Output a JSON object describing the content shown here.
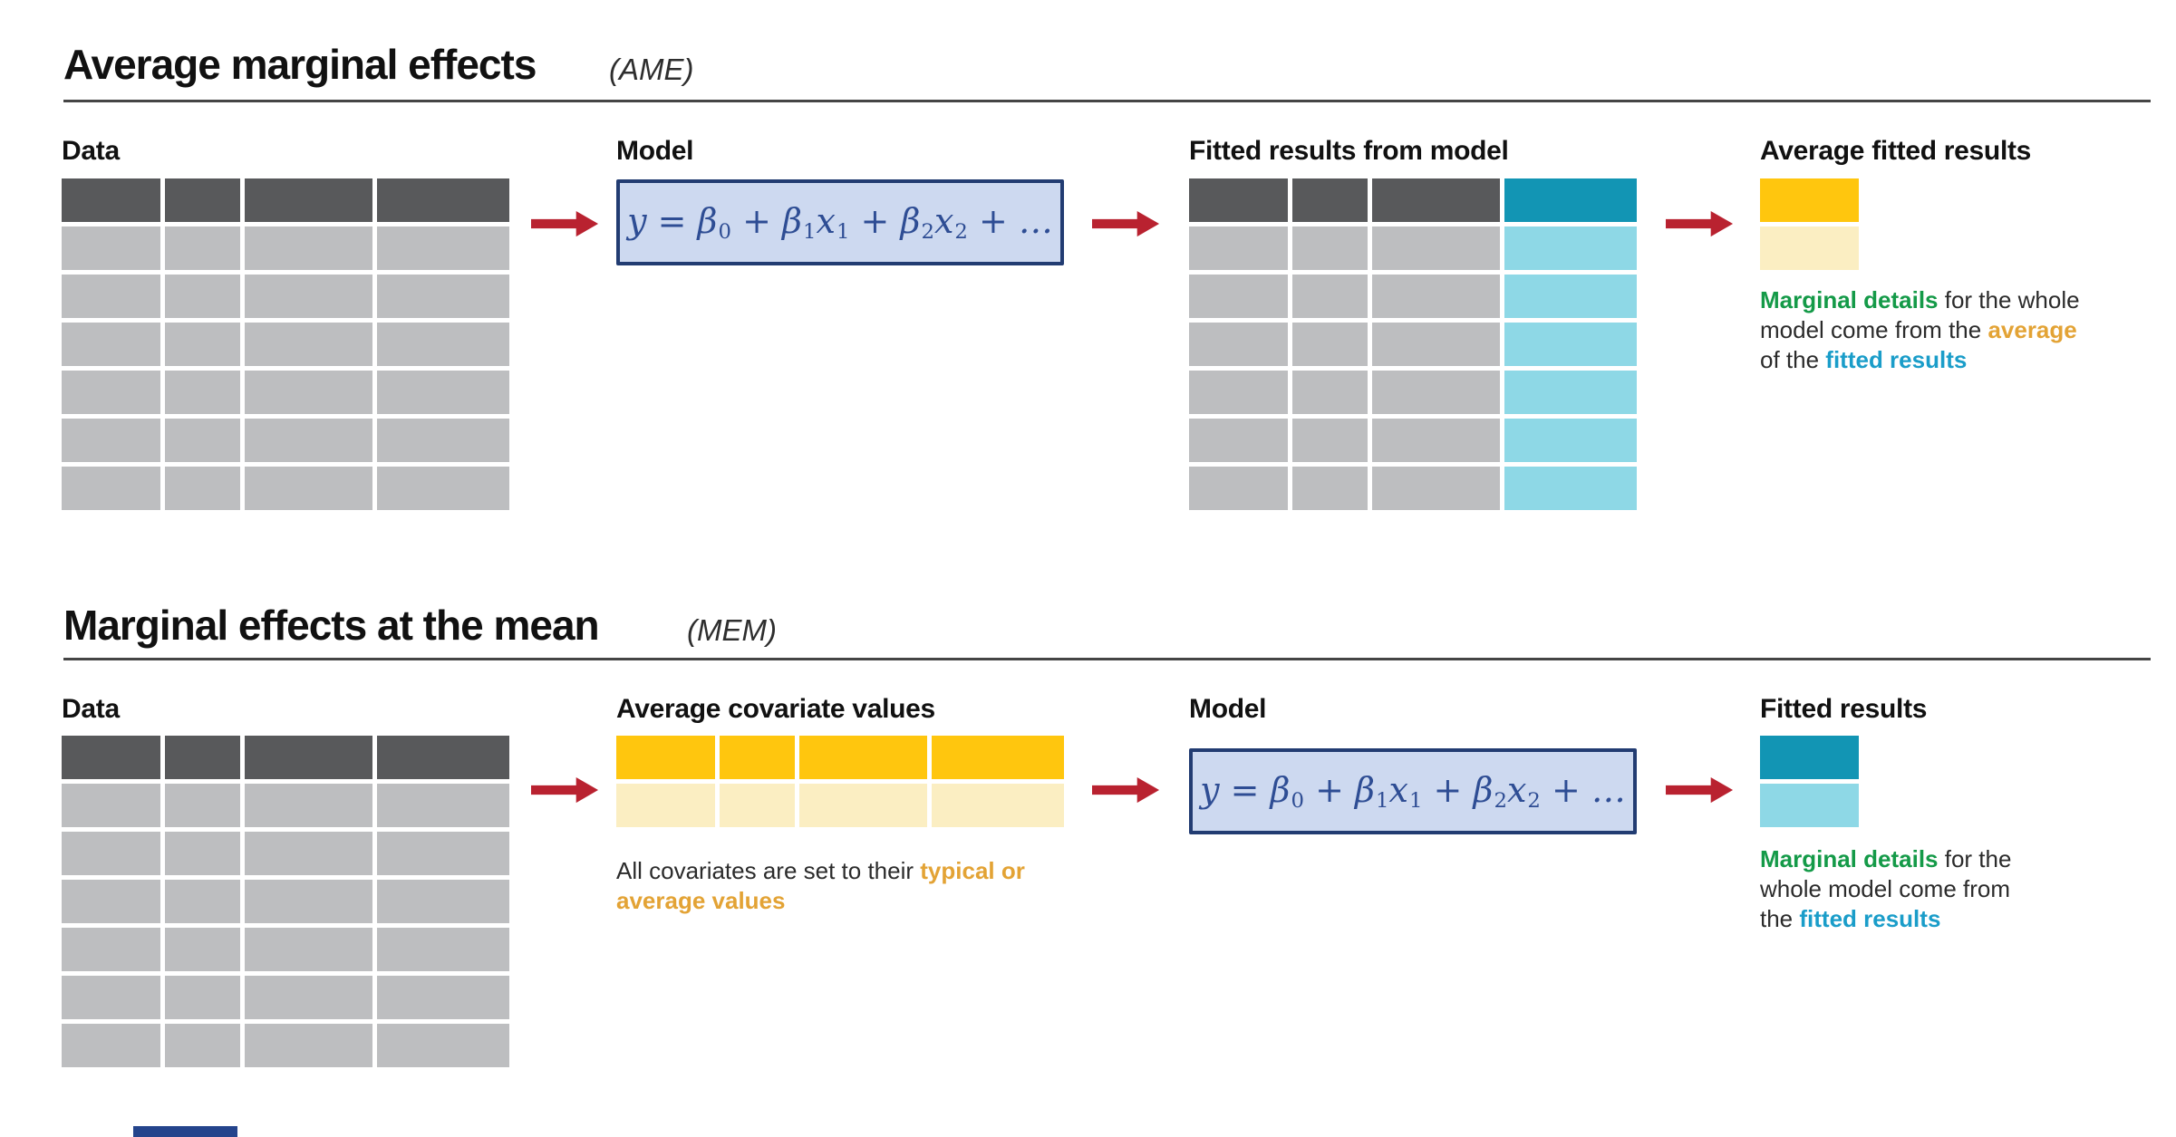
{
  "colors": {
    "dark-gray": "#58595b",
    "light-gray": "#bdbec0",
    "teal": "#1295b4",
    "teal-light": "#8ed8e6",
    "gold": "#ffc60e",
    "gold-light": "#fbeec2",
    "navy": "#223c72",
    "navy-fill": "#cdd9f0",
    "eq": "#2e4d94",
    "red": "#b92230",
    "green-text": "#149a48",
    "amber-text": "#e3a335",
    "teal-text": "#1a9dc9"
  },
  "tables": {
    "rows": 7,
    "cols": 4,
    "cov_rows": 2
  },
  "equation": {
    "tokens": [
      {
        "base": "y = β",
        "sub": "0"
      },
      {
        "base": " + β",
        "sub": "1"
      },
      {
        "base": "x",
        "sub": "1"
      },
      {
        "base": " + β",
        "sub": "2"
      },
      {
        "base": "x",
        "sub": "2"
      },
      {
        "base": " + …",
        "sub": ""
      }
    ]
  },
  "section1": {
    "title": "Average marginal effects",
    "tag": "(AME)",
    "headings": {
      "data": "Data",
      "model": "Model",
      "fitted": "Fitted results from model",
      "average": "Average fitted results"
    },
    "caption_lines": [
      [
        {
          "text": "Marginal details",
          "color": "green"
        },
        {
          "text": " for the whole"
        }
      ],
      [
        {
          "text": "model come from the "
        },
        {
          "text": "average",
          "color": "gold"
        }
      ],
      [
        {
          "text": "of the "
        },
        {
          "text": "fitted results",
          "color": "teal"
        }
      ]
    ]
  },
  "section2": {
    "title": "Marginal effects at the mean",
    "tag": "(MEM)",
    "headings": {
      "data": "Data",
      "covariates": "Average covariate values",
      "model": "Model",
      "fitted": "Fitted results"
    },
    "covariate_caption_lines": [
      [
        {
          "text": "All covariates are set to their "
        },
        {
          "text": "typical or",
          "color": "gold"
        }
      ],
      [
        {
          "text": "average values",
          "color": "gold"
        }
      ]
    ],
    "fitted_caption_lines": [
      [
        {
          "text": "Marginal details",
          "color": "green"
        },
        {
          "text": " for the"
        }
      ],
      [
        {
          "text": "whole model come from"
        }
      ],
      [
        {
          "text": "the "
        },
        {
          "text": "fitted results",
          "color": "teal"
        }
      ]
    ]
  }
}
